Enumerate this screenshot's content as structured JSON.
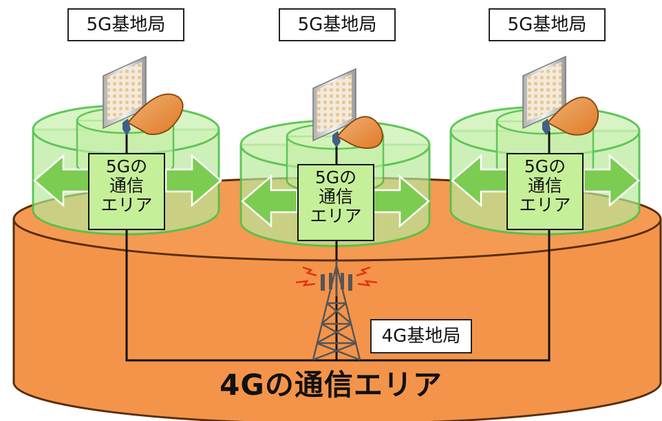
{
  "diagram": {
    "base_stations_5g": [
      {
        "label": "5G基地局"
      },
      {
        "label": "5G基地局"
      },
      {
        "label": "5G基地局"
      }
    ],
    "areas_5g": [
      {
        "line1": "5Gの",
        "line2": "通信",
        "line3": "エリア"
      },
      {
        "line1": "5Gの",
        "line2": "通信",
        "line3": "エリア"
      },
      {
        "line1": "5Gの",
        "line2": "通信",
        "line3": "エリア"
      }
    ],
    "base_station_4g": {
      "label": "4G基地局"
    },
    "area_4g": {
      "title": "4Gの通信エリア"
    },
    "colors": {
      "area_4g_fill": "#f4944a",
      "area_4g_stroke": "#5a2e0c",
      "area_5g_fill": "#b6e89a",
      "area_5g_stroke": "#52c24a",
      "arrow_fill": "#7dcc52",
      "label_fill": "#c6ef9a"
    }
  }
}
